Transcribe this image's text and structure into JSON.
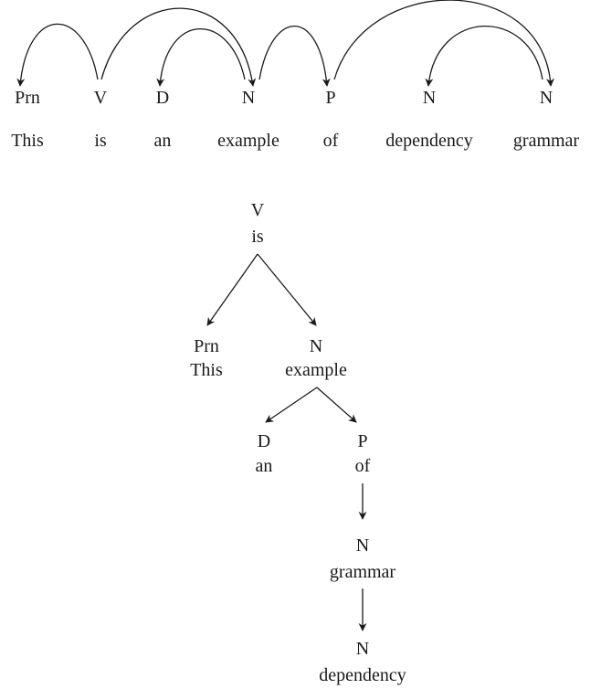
{
  "linear": {
    "tokens": [
      {
        "pos": "Prn",
        "word": "This"
      },
      {
        "pos": "V",
        "word": "is"
      },
      {
        "pos": "D",
        "word": "an"
      },
      {
        "pos": "N",
        "word": "example"
      },
      {
        "pos": "P",
        "word": "of"
      },
      {
        "pos": "N",
        "word": "dependency"
      },
      {
        "pos": "N",
        "word": "grammar"
      }
    ],
    "arcs": [
      {
        "from": 1,
        "to": 0
      },
      {
        "from": 1,
        "to": 3
      },
      {
        "from": 3,
        "to": 2
      },
      {
        "from": 3,
        "to": 4
      },
      {
        "from": 4,
        "to": 6
      },
      {
        "from": 6,
        "to": 5
      }
    ]
  },
  "tree": {
    "nodes": [
      {
        "id": "is",
        "pos": "V",
        "word": "is"
      },
      {
        "id": "this",
        "pos": "Prn",
        "word": "This"
      },
      {
        "id": "example",
        "pos": "N",
        "word": "example"
      },
      {
        "id": "an",
        "pos": "D",
        "word": "an"
      },
      {
        "id": "of",
        "pos": "P",
        "word": "of"
      },
      {
        "id": "grammar",
        "pos": "N",
        "word": "grammar"
      },
      {
        "id": "dependency",
        "pos": "N",
        "word": "dependency"
      }
    ],
    "edges": [
      {
        "from": "is",
        "to": "this"
      },
      {
        "from": "is",
        "to": "example"
      },
      {
        "from": "example",
        "to": "an"
      },
      {
        "from": "example",
        "to": "of"
      },
      {
        "from": "of",
        "to": "grammar"
      },
      {
        "from": "grammar",
        "to": "dependency"
      }
    ]
  }
}
